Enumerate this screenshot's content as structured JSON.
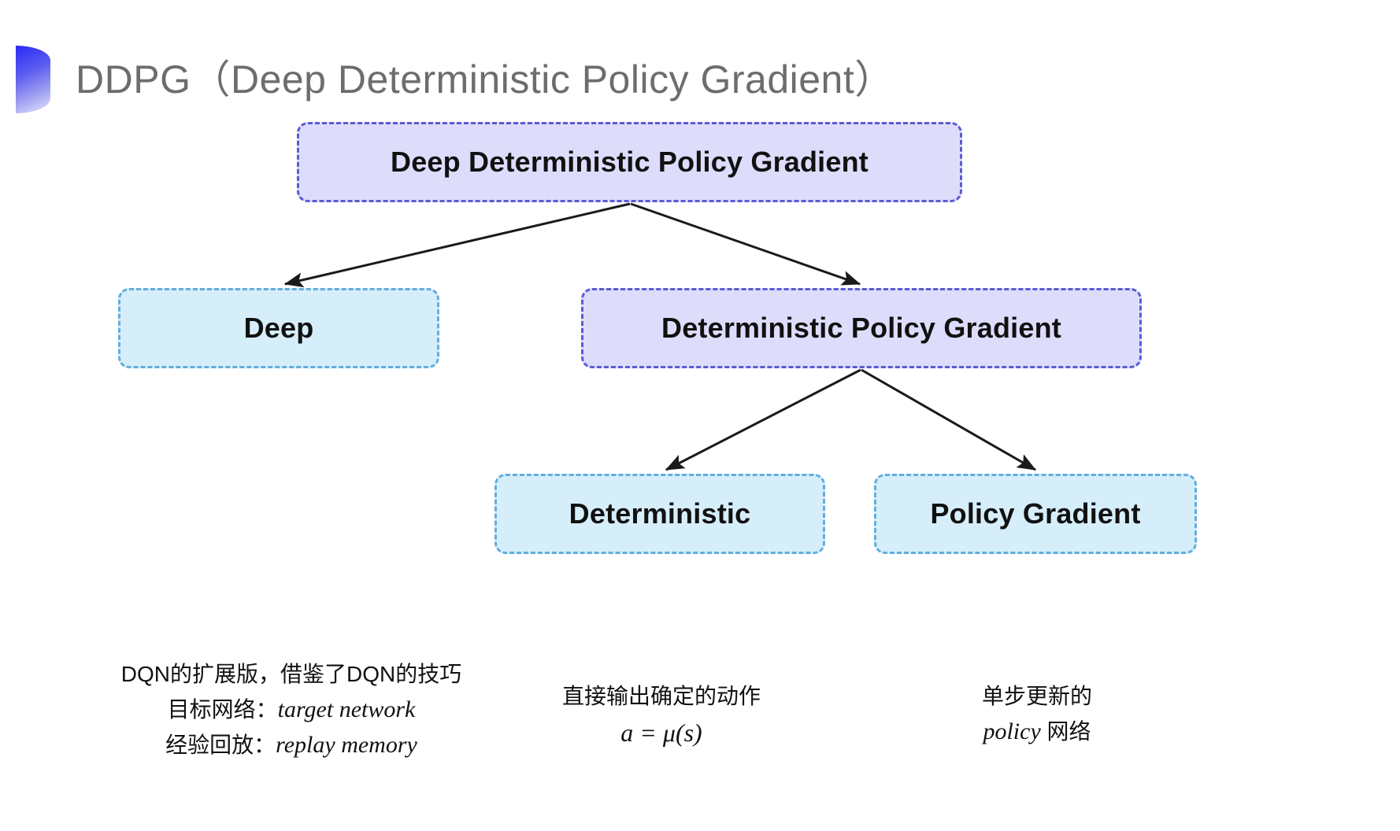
{
  "slide": {
    "title": "DDPG（Deep Deterministic Policy Gradient）",
    "bullet_icon": "half-circle-bullet-icon",
    "background_color": "#ffffff"
  },
  "colors": {
    "purple_fill": "#dedcfb",
    "purple_border": "#5b5bd6",
    "blue_fill": "#d6eefa",
    "blue_border": "#62aedd",
    "title_text": "#6d6d6d",
    "arrow": "#1a1a1a"
  },
  "diagram": {
    "type": "tree",
    "nodes": [
      {
        "id": "root",
        "label": "Deep Deterministic Policy Gradient",
        "style": "purple",
        "level": 0
      },
      {
        "id": "deep",
        "label": "Deep",
        "style": "blue",
        "level": 1
      },
      {
        "id": "dpg",
        "label": "Deterministic Policy Gradient",
        "style": "purple",
        "level": 1
      },
      {
        "id": "det",
        "label": "Deterministic",
        "style": "blue",
        "level": 2
      },
      {
        "id": "pg",
        "label": "Policy Gradient",
        "style": "blue",
        "level": 2
      }
    ],
    "edges": [
      {
        "from": "root",
        "to": "deep"
      },
      {
        "from": "root",
        "to": "dpg"
      },
      {
        "from": "dpg",
        "to": "det"
      },
      {
        "from": "dpg",
        "to": "pg"
      }
    ]
  },
  "captions": {
    "deep": {
      "line1": "DQN的扩展版，借鉴了DQN的技巧",
      "line2_label": "目标网络：",
      "line2_value": "target network",
      "line3_label": "经验回放：",
      "line3_value": "replay memory"
    },
    "deterministic": {
      "line1": "直接输出确定的动作",
      "formula": "a = μ(s)"
    },
    "policy_gradient": {
      "line1": "单步更新的",
      "line2_value": "policy",
      "line2_suffix": " 网络"
    }
  }
}
